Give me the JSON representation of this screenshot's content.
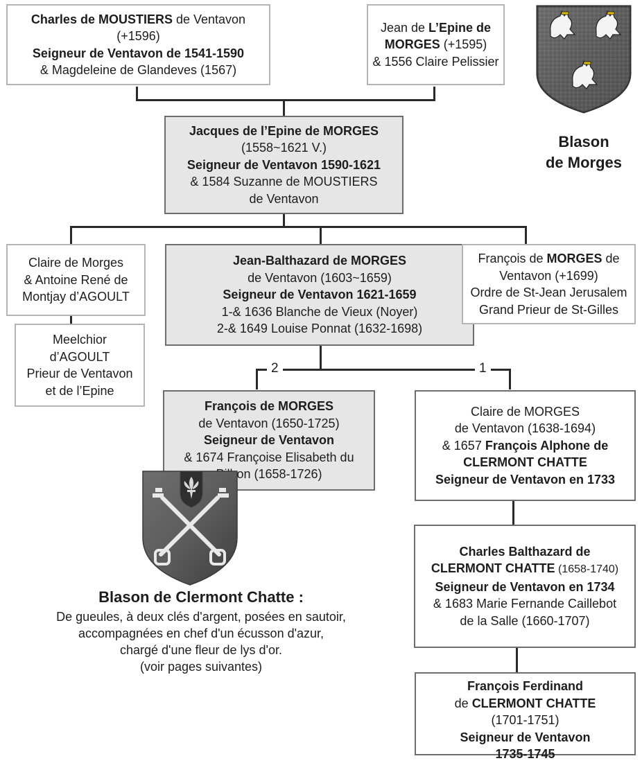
{
  "boxes": {
    "charles_moustiers": {
      "l1_b": "Charles de MOUSTIERS",
      "l1_n": " de Ventavon",
      "l2": "(+1596)",
      "l3": "Seigneur de Ventavon de 1541-1590",
      "l4": "& Magdeleine de Glandeves (1567)"
    },
    "jean_epine": {
      "l1_n": "Jean de ",
      "l1_b": "L’Epine de",
      "l2_b": "MORGES",
      "l2_n": " (+1595)",
      "l3": "& 1556 Claire Pelissier"
    },
    "jacques": {
      "l1": "Jacques de l’Epine de MORGES",
      "l2": "(1558~1621 V.)",
      "l3": "Seigneur de Ventavon 1590-1621",
      "l4": "& 1584 Suzanne de MOUSTIERS",
      "l5": "de Ventavon"
    },
    "claire_agoult": {
      "l1": "Claire de Morges",
      "l2": "& Antoine René de",
      "l3": "Montjay d’AGOULT"
    },
    "jean_balthazard": {
      "l1": "Jean-Balthazard de MORGES",
      "l2": "de Ventavon (1603~1659)",
      "l3": "Seigneur de Ventavon 1621-1659",
      "l4": "1-& 1636 Blanche de Vieux (Noyer)",
      "l5": "2-& 1649 Louise Ponnat (1632-1698)"
    },
    "francois_morges_1699": {
      "l1_n": "François de ",
      "l1_b": "MORGES",
      "l1_n2": " de",
      "l2": "Ventavon (+1699)",
      "l3": "Ordre de St-Jean Jerusalem",
      "l4": "Grand Prieur de St-Gilles"
    },
    "meelchior": {
      "l1": "Meelchior",
      "l2": "d’AGOULT",
      "l3": "Prieur de Ventavon",
      "l4": "et de l’Epine"
    },
    "francois_1650": {
      "l1": "François de MORGES",
      "l2": "de Ventavon (1650-1725)",
      "l3": "Seigneur de Ventavon",
      "l4": "& 1674 Françoise Elisabeth du",
      "l5": "Pilhon (1658-1726)"
    },
    "claire_1638": {
      "l1": "Claire de MORGES",
      "l2": "de Ventavon (1638-1694)",
      "l3_n": "& 1657 ",
      "l3_b": "François Alphone de",
      "l4": "CLERMONT CHATTE",
      "l5": "Seigneur de Ventavon en 1733"
    },
    "charles_balthazard": {
      "l1": "Charles Balthazard de",
      "l2_b": "CLERMONT CHATTE",
      "l2_n": " (1658-1740)",
      "l3": "Seigneur de Ventavon en 1734",
      "l4": "& 1683 Marie Fernande Caillebot",
      "l5": "de la Salle (1660-1707)"
    },
    "francois_ferdinand": {
      "l1": "François Ferdinand",
      "l2_n": "de ",
      "l2_b": "CLERMONT CHATTE",
      "l3": "(1701-1751)",
      "l4": "Seigneur de Ventavon",
      "l5": "1735-1745"
    }
  },
  "marriage_numbers": {
    "second": "2",
    "first": "1"
  },
  "blason_morges": {
    "line1": "Blason",
    "line2": "de Morges"
  },
  "blason_clermont": {
    "title": "Blason de Clermont Chatte :",
    "lines": [
      "De gueules, à deux clés d'argent, posées en sautoir,",
      "accompagnées en chef d'un écusson d'azur,",
      "chargé d'une fleur de lys d'or.",
      "(voir pages suivantes)"
    ]
  },
  "colors": {
    "line": "#2a2a2a",
    "box_border_light": "#b4b4b4",
    "box_border_dark": "#6d6d6d",
    "box_fill_grey": "#e6e6e6"
  }
}
